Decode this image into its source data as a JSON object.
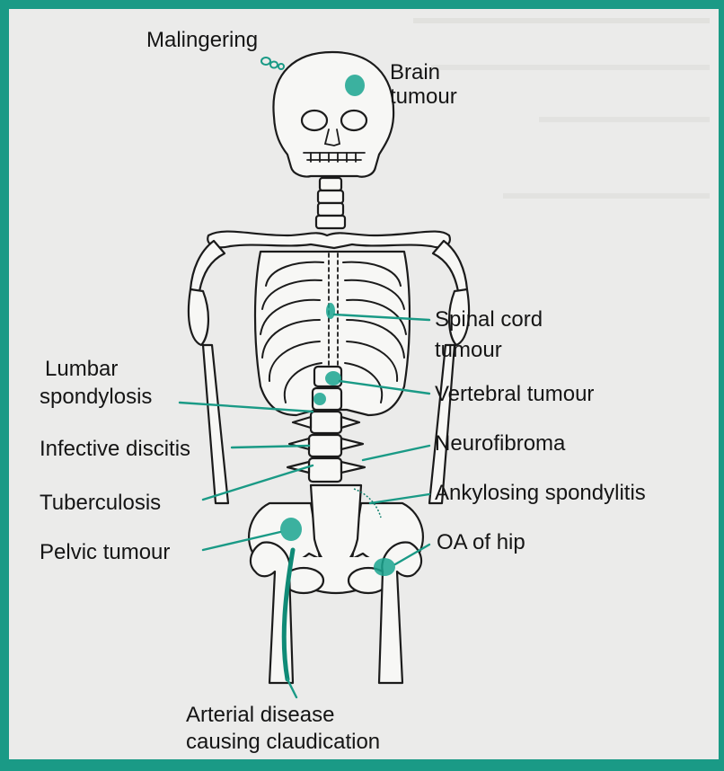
{
  "labels": {
    "malingering": "Malingering",
    "brain_tumour_l1": "Brain",
    "brain_tumour_l2": "tumour",
    "spinal_cord_l1": "Spinal cord",
    "spinal_cord_l2": "tumour",
    "lumbar_l1": "Lumbar",
    "lumbar_l2": "spondylosis",
    "vertebral_tumour": "Vertebral tumour",
    "infective_discitis": "Infective discitis",
    "neurofibroma": "Neurofibroma",
    "tuberculosis": "Tuberculosis",
    "ankylosing_spondylitis": "Ankylosing spondylitis",
    "pelvic_tumour": "Pelvic tumour",
    "oa_of_hip": "OA of hip",
    "arterial_l1": "Arterial disease",
    "arterial_l2": "causing claudication"
  },
  "colors": {
    "accent": "#1a9a86",
    "background": "#ebebea",
    "ink": "#151515"
  }
}
